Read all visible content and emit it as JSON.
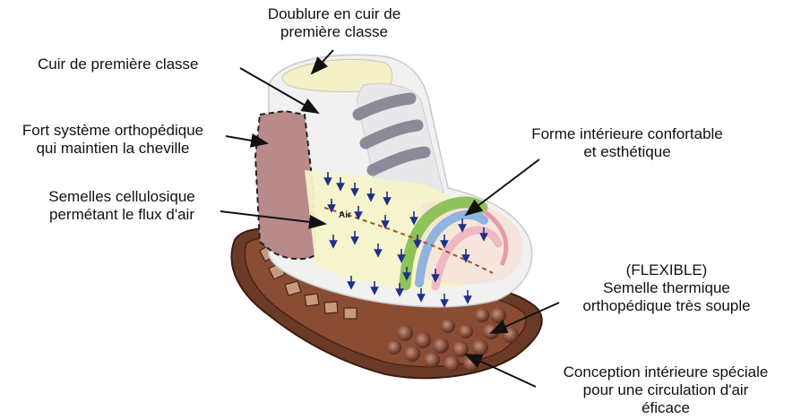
{
  "labels": {
    "lining": [
      "Doublure en cuir de",
      "première classe"
    ],
    "leather": [
      "Cuir de première classe"
    ],
    "ankle": [
      "Fort système orthopédique",
      "qui maintien la cheville"
    ],
    "insole": [
      "Semelles cellulosique",
      "permétant le flux d'air"
    ],
    "shape": [
      "Forme intérieure confortable",
      "et esthétique"
    ],
    "sole": [
      "(FLEXIBLE)",
      "Semelle thermique",
      "orthopédique très souple"
    ],
    "circulation": [
      "Conception intérieure spéciale",
      "pour une circulation d'air",
      "éficace"
    ]
  },
  "diagram": {
    "air_tag": "Air"
  },
  "colors": {
    "arrow_blue": "#1f2f8a",
    "shoe_upper": "#f1f1f1",
    "ankle_support": "#b98a8a",
    "insole": "#f6f3c9",
    "sole": "#6b3a26",
    "lace": "#8c8a98",
    "curve_green": "#8ec35a",
    "curve_blue": "#8fb4de",
    "curve_pink": "#f0b7c4"
  }
}
